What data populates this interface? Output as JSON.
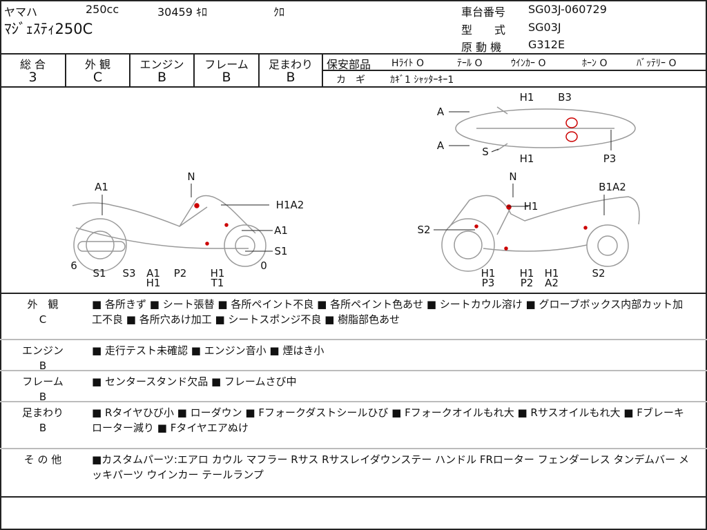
{
  "header": {
    "maker": "ヤマハ",
    "displacement": "250cc",
    "mileage": "30459 ｷﾛ",
    "color": "ｸﾛ",
    "model_name": "ﾏｼﾞｪｽﾃｨ250C",
    "frame_no_label": "車台番号",
    "frame_no": "SG03J-060729",
    "type_label": "型　　式",
    "type": "SG03J",
    "engine_label": "原 動 機",
    "engine": "G312E"
  },
  "grades": {
    "headers": [
      "総 合",
      "外 観",
      "エンジン",
      "フレーム",
      "足まわり"
    ],
    "values": [
      "3",
      "C",
      "B",
      "B",
      "B"
    ]
  },
  "safety": {
    "label": "保安部品",
    "items": [
      "Hﾗｲﾄ O",
      "ﾃｰﾙ O",
      "ｳｲﾝｶｰ O",
      "ﾎｰﾝ O",
      "ﾊﾞｯﾃﾘｰ O"
    ],
    "key_label": "カ　ギ",
    "key_value": "ｶｷﾞ1 ｼｬｯﾀｰｷｰ1"
  },
  "diagram_labels": [
    "A",
    "A",
    "S",
    "H1",
    "B3",
    "H1",
    "P3",
    "A1",
    "N",
    "H1A2",
    "A1",
    "S1",
    "0",
    "6",
    "S1",
    "S3",
    "A1",
    "H1",
    "P2",
    "H1",
    "T1",
    "N",
    "B1A2",
    "H1",
    "S2",
    "H1",
    "P3",
    "H1",
    "P2",
    "H1",
    "A2",
    "S2"
  ],
  "notes": [
    {
      "label": "外　観",
      "grade": "C",
      "text": "■ 各所きず ■ シート張替 ■ 各所ペイント不良 ■ 各所ペイント色あせ ■ シートカウル溶け ■ グローブボックス内部カット加工不良 ■ 各所穴あけ加工 ■ シートスポンジ不良 ■ 樹脂部色あせ"
    },
    {
      "label": "エンジン",
      "grade": "B",
      "text": "■ 走行テスト未確認 ■ エンジン音小 ■ 煙はき小"
    },
    {
      "label": "フレーム",
      "grade": "B",
      "text": "■ センタースタンド欠品 ■ フレームさび中"
    },
    {
      "label": "足まわり",
      "grade": "B",
      "text": "■ Rタイヤひび小 ■ ローダウン ■ Fフォークダストシールひび ■ Fフォークオイルもれ大 ■ Rサスオイルもれ大 ■ Fブレーキローター減り ■ Fタイヤエアぬけ"
    },
    {
      "label": "そ の 他",
      "grade": "",
      "text": "■カスタムパーツ:エアロ カウル マフラー Rサス Rサスレイダウンステー ハンドル FRローター フェンダーレス タンデムバー メッキパーツ ウインカー テールランプ"
    }
  ]
}
